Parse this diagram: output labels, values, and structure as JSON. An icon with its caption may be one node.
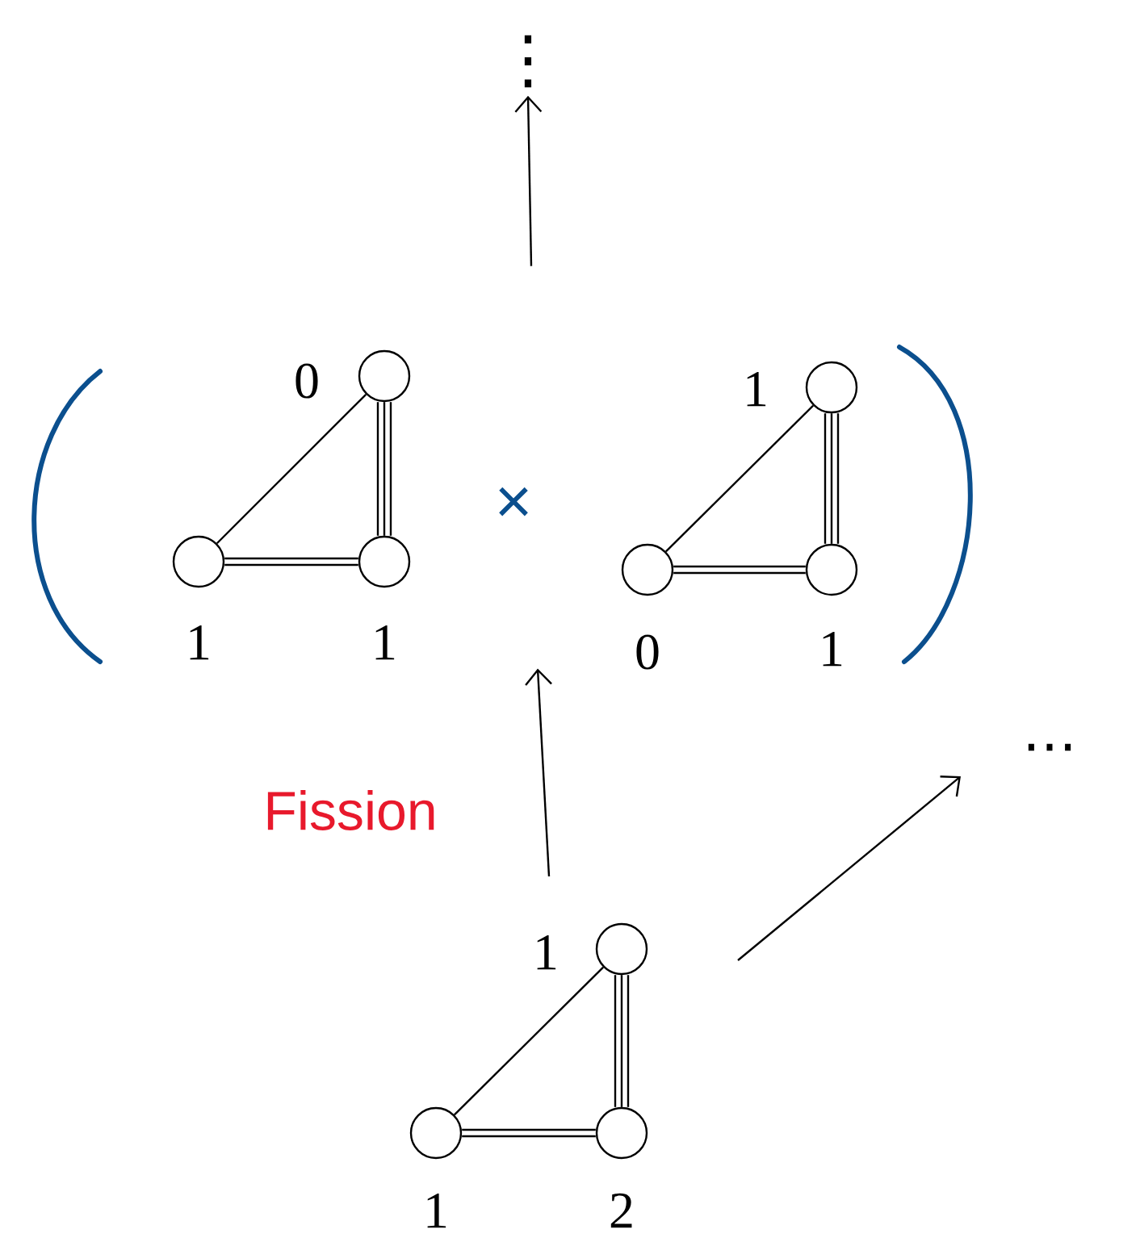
{
  "diagram": {
    "nodes": [
      {
        "text": [
          "⋮"
        ]
      },
      {
        "text": [],
        "shape": "brackets"
      },
      {
        "text": [],
        "shape": "circle",
        "beside": [
          "0"
        ],
        "in": 1
      },
      {
        "text": [],
        "shape": "circle",
        "beside": [
          "1"
        ],
        "in": 1
      },
      {
        "text": [],
        "shape": "circle",
        "beside": [
          "1"
        ],
        "in": 1
      },
      {
        "text": [],
        "shape": "circle",
        "beside": [
          "1"
        ],
        "in": 1
      },
      {
        "text": [],
        "shape": "circle",
        "beside": [
          "0"
        ],
        "in": 1
      },
      {
        "text": [],
        "shape": "circle",
        "beside": [
          "1"
        ],
        "in": 1
      },
      {
        "text": [
          "…"
        ]
      },
      {
        "text": [],
        "shape": "circle",
        "beside": [
          "1"
        ]
      },
      {
        "text": [],
        "shape": "circle",
        "beside": [
          "1"
        ]
      },
      {
        "text": [],
        "shape": "circle",
        "beside": [
          "2"
        ]
      }
    ],
    "edges": [
      {
        "from": 1,
        "to": 0,
        "arrow": "to"
      },
      {
        "from": null,
        "to": 1,
        "arrow": "to"
      },
      {
        "from": null,
        "to": 8,
        "arrow": "to"
      },
      {
        "from": 2,
        "to": 3,
        "arrow": "none"
      },
      {
        "from": 3,
        "to": 4,
        "arrow": "none"
      },
      {
        "from": 3,
        "to": 4,
        "arrow": "none"
      },
      {
        "from": 2,
        "to": 4,
        "arrow": "none"
      },
      {
        "from": 2,
        "to": 4,
        "arrow": "none"
      },
      {
        "from": 2,
        "to": 4,
        "arrow": "none"
      },
      {
        "from": 5,
        "to": 6,
        "arrow": "none"
      },
      {
        "from": 6,
        "to": 7,
        "arrow": "none"
      },
      {
        "from": 6,
        "to": 7,
        "arrow": "none"
      },
      {
        "from": 5,
        "to": 7,
        "arrow": "none"
      },
      {
        "from": 5,
        "to": 7,
        "arrow": "none"
      },
      {
        "from": 5,
        "to": 7,
        "arrow": "none"
      },
      {
        "from": 9,
        "to": 10,
        "arrow": "none"
      },
      {
        "from": 10,
        "to": 11,
        "arrow": "none"
      },
      {
        "from": 10,
        "to": 11,
        "arrow": "none"
      },
      {
        "from": 9,
        "to": 11,
        "arrow": "none"
      },
      {
        "from": 9,
        "to": 11,
        "arrow": "none"
      },
      {
        "from": 9,
        "to": 11,
        "arrow": "none"
      }
    ],
    "labels": [
      "×",
      "Fission"
    ]
  }
}
